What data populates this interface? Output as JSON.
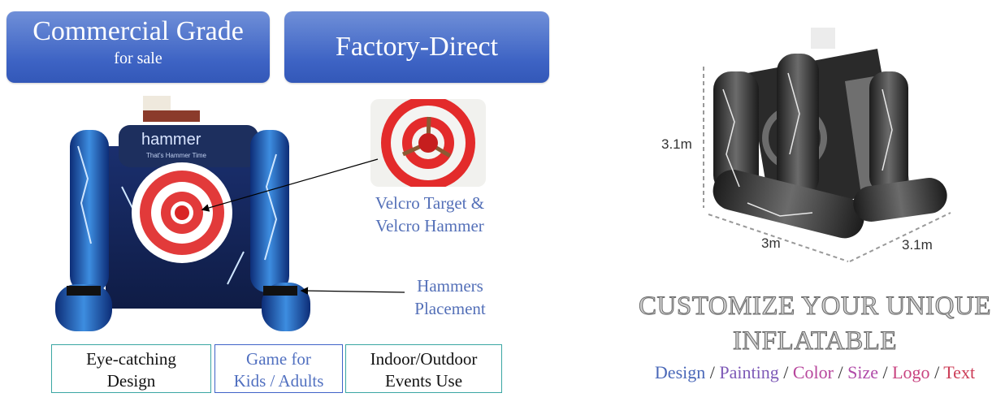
{
  "badges": {
    "commercial": {
      "title": "Commercial Grade",
      "subtitle": "for sale"
    },
    "factory": {
      "title": "Factory-Direct"
    }
  },
  "callouts": {
    "velcro_line1": "Velcro Target &",
    "velcro_line2": "Velcro Hammer",
    "hammers_line1": "Hammers",
    "hammers_line2": "Placement"
  },
  "features": [
    {
      "line1": "Eye-catching",
      "line2": "Design"
    },
    {
      "line1": "Game for",
      "line2": "Kids / Adults"
    },
    {
      "line1": "Indoor/Outdoor",
      "line2": "Events Use"
    }
  ],
  "product_images": {
    "front_banner_text": "hammer",
    "front_banner_subtext": "That's Hammer Time"
  },
  "dimensions": {
    "height": "3.1m",
    "width": "3m",
    "depth": "3.1m"
  },
  "customize": {
    "title_line1": "CUSTOMIZE YOUR UNIQUE",
    "title_line2": "INFLATABLE",
    "options": [
      {
        "label": "Design",
        "color": "#4a68b8"
      },
      {
        "label": "Painting",
        "color": "#7e5ab7"
      },
      {
        "label": "Color",
        "color": "#b7459c"
      },
      {
        "label": "Size",
        "color": "#b04aa8"
      },
      {
        "label": "Logo",
        "color": "#c8427f"
      },
      {
        "label": "Text",
        "color": "#cc3d57"
      }
    ],
    "separator": "/"
  }
}
